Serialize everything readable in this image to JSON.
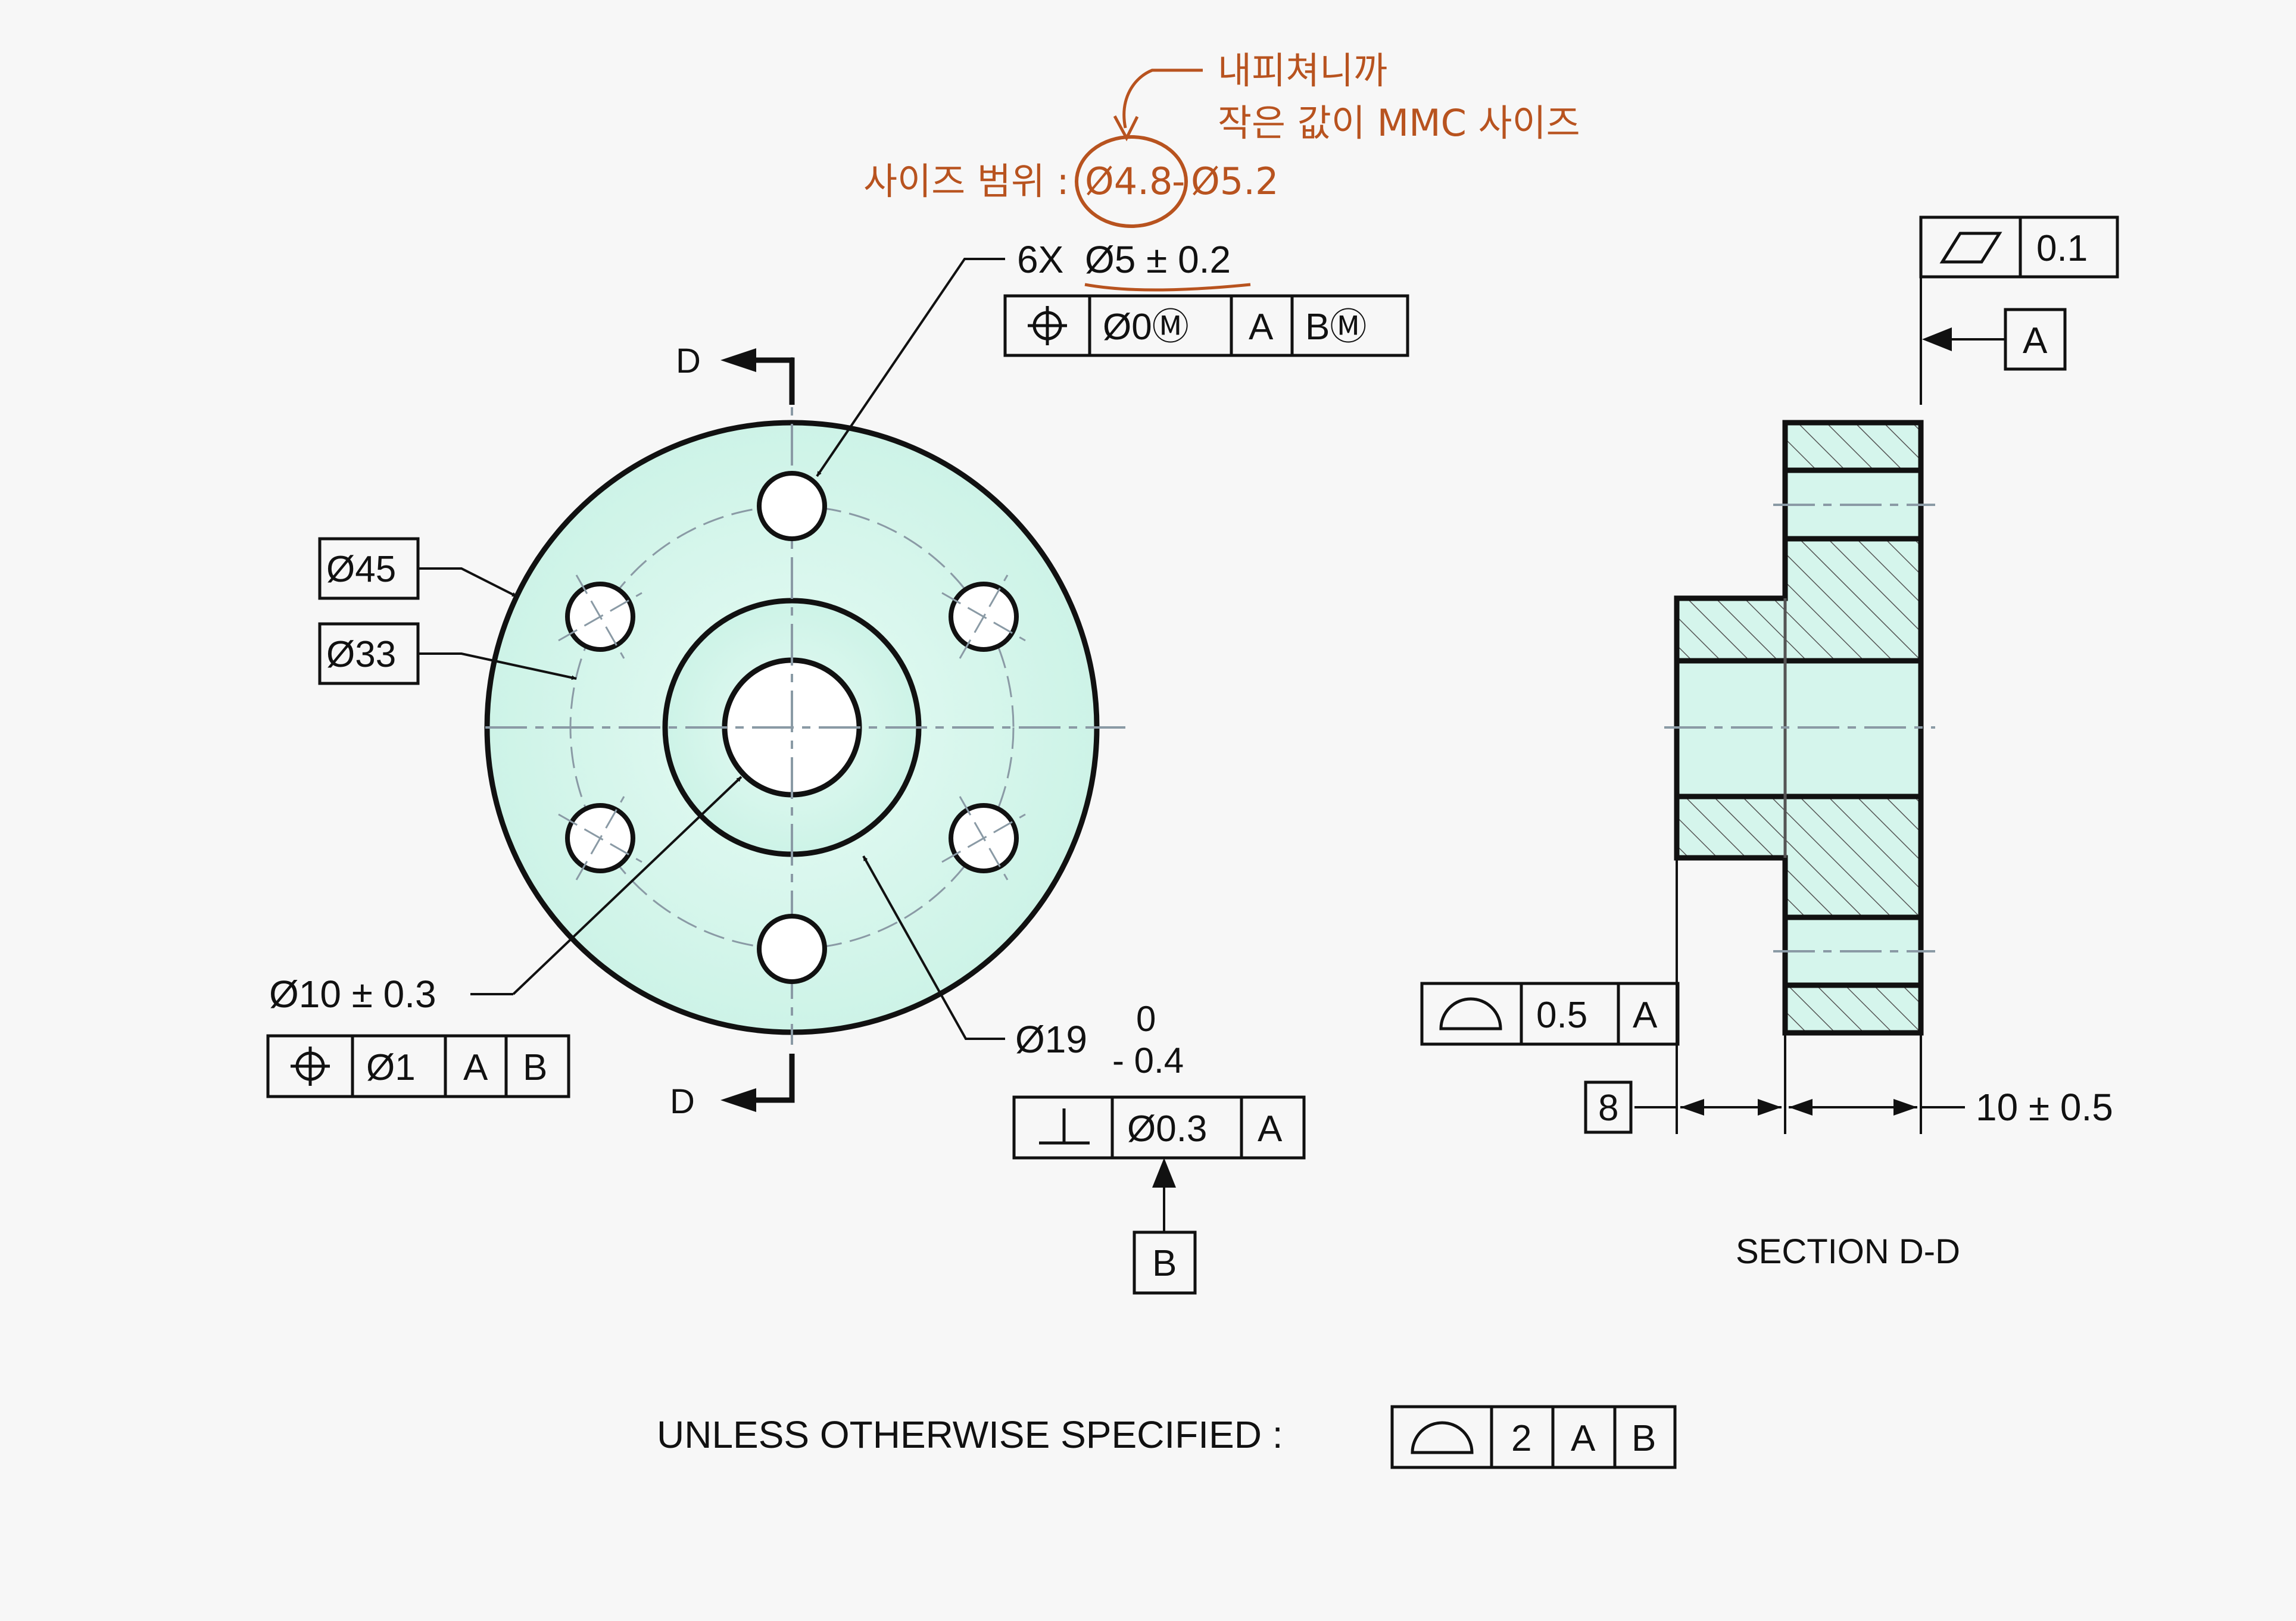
{
  "annotation": {
    "note_line1": "내피쳐니까",
    "note_line2": "작은 값이 MMC 사이즈",
    "size_range_label": "사이즈 범위 :",
    "size_range_min": "Ø4.8",
    "size_range_dash": "-",
    "size_range_max": "Ø5.2",
    "color": "#b8531f"
  },
  "front_view": {
    "section_mark_top": "D",
    "section_mark_bottom": "D",
    "holes_callout": {
      "count": "6X",
      "dimension": "Ø5 ± 0.2",
      "fcf": {
        "symbol": "position",
        "tolerance": "Ø0Ⓜ",
        "datum1": "A",
        "datum2": "BⓂ"
      }
    },
    "outer_dia": "Ø45",
    "bolt_circle_dia": "Ø33",
    "bore_callout": {
      "dimension": "Ø10 ± 0.3",
      "fcf": {
        "symbol": "position",
        "tolerance": "Ø1",
        "datum1": "A",
        "datum2": "B"
      }
    },
    "boss_callout": {
      "dimension": "Ø19",
      "upper_tol": "0",
      "lower_tol": "- 0.4",
      "fcf": {
        "symbol": "perpendicularity",
        "tolerance": "Ø0.3",
        "datum1": "A"
      },
      "datum_label": "B"
    }
  },
  "section_view": {
    "flatness_fcf": {
      "symbol": "flatness",
      "tolerance": "0.1"
    },
    "datum_label": "A",
    "profile_fcf": {
      "symbol": "profile-of-surface",
      "tolerance": "0.5",
      "datum1": "A"
    },
    "basic_dim": "8",
    "thickness_dim": "10 ± 0.5",
    "title": "SECTION D-D"
  },
  "general_note": {
    "text": "UNLESS OTHERWISE SPECIFIED :",
    "fcf": {
      "symbol": "profile-of-surface",
      "tolerance": "2",
      "datum1": "A",
      "datum2": "B"
    }
  },
  "colors": {
    "part_fill": "#d5f5ec",
    "line": "#111111",
    "centerline": "#8a9aa5"
  }
}
